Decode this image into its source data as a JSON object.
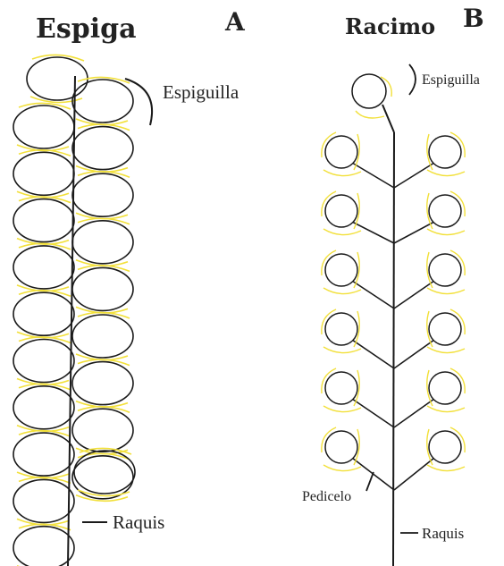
{
  "panel_a": {
    "title": "Espiga",
    "letter": "A",
    "spikelet_label": "Espiguilla",
    "rachis_label": "Raquis"
  },
  "panel_b": {
    "title": "Racimo",
    "letter": "B",
    "spikelet_label": "Espiguilla",
    "pedicel_label": "Pedicelo",
    "rachis_label": "Raquis"
  },
  "colors": {
    "outline": "#1a1a1a",
    "glume": "#f2e03a"
  }
}
